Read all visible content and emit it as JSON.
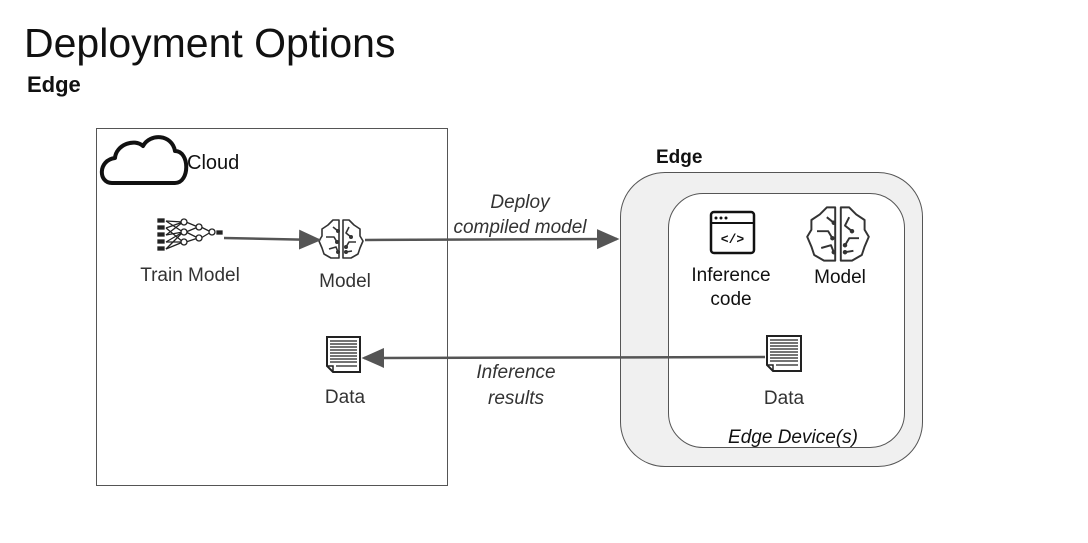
{
  "header": {
    "title": "Deployment Options",
    "subtitle": "Edge"
  },
  "cloud": {
    "label": "Cloud",
    "train_model_label": "Train Model",
    "model_label": "Model",
    "data_label": "Data"
  },
  "edge": {
    "title": "Edge",
    "inference_code_label": "Inference\ncode",
    "model_label": "Model",
    "data_label": "Data",
    "device_label": "Edge Device(s)"
  },
  "arrows": {
    "deploy_label": "Deploy\ncompiled model",
    "results_label": "Inference\nresults"
  }
}
